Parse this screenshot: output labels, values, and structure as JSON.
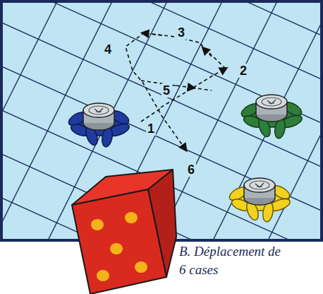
{
  "diagram": {
    "caption": "B. Déplacement de 6 cases",
    "labels": [
      "1",
      "2",
      "3",
      "4",
      "5",
      "6"
    ]
  }
}
